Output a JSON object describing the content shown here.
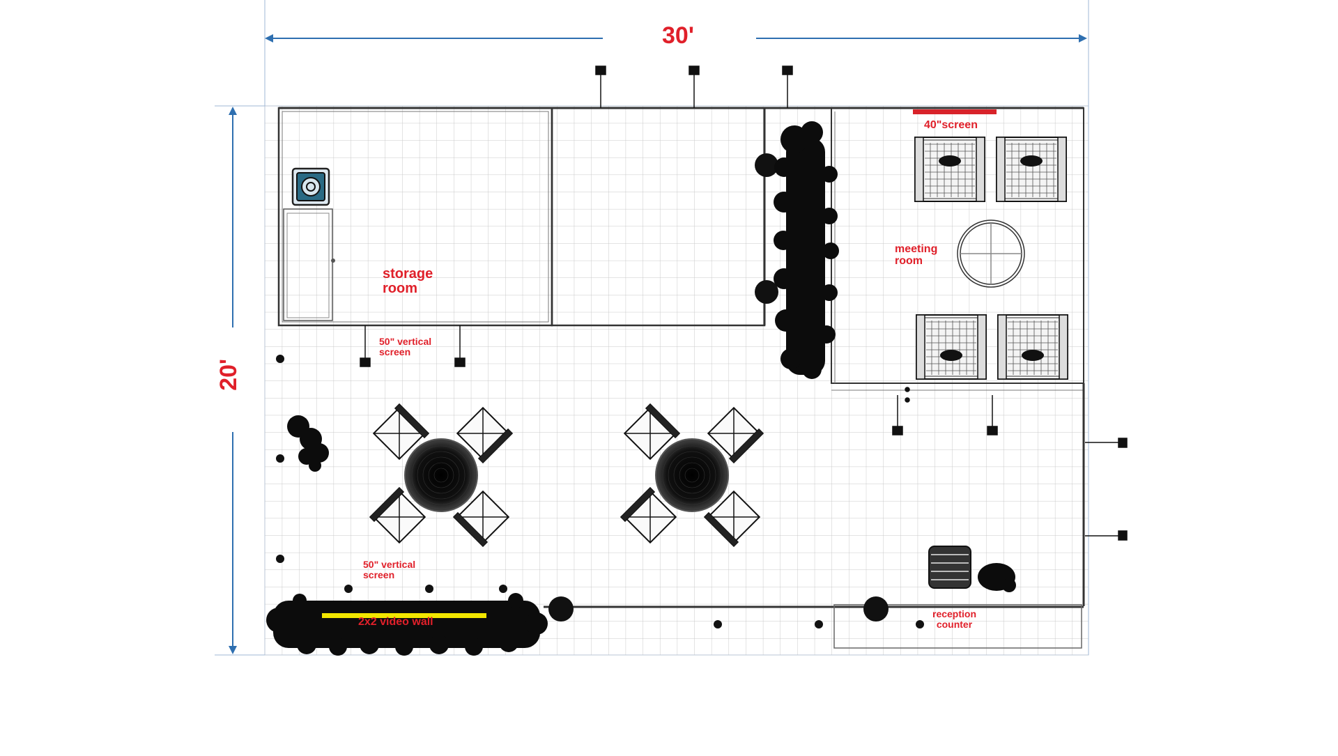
{
  "dimensions": {
    "width_label": "30'",
    "height_label": "20'"
  },
  "rooms": {
    "storage": "storage\nroom",
    "meeting": "meeting\nroom"
  },
  "fixtures": {
    "screen_40": "40\"screen",
    "vertical_screen_top": "50\" vertical\nscreen",
    "vertical_screen_bottom": "50\" vertical\nscreen",
    "video_wall": "2x2 video wall",
    "reception_counter": "reception\ncounter"
  },
  "colors": {
    "dimension_arrow": "#2e6fb0",
    "label_red": "#e0202a",
    "screen_red": "#d8232a",
    "video_wall_yellow": "#f2e600",
    "grid": "#c8c8c8",
    "wall": "#333333",
    "ink": "#111111"
  }
}
